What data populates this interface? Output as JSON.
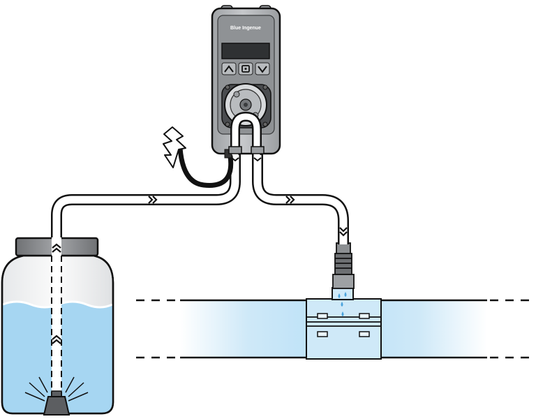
{
  "pump": {
    "brand": "Blue Ingenue",
    "display_text": "",
    "buttons": [
      "up",
      "menu",
      "down"
    ],
    "housing_color": "#b7b9bc",
    "panel_color": "#8f9295"
  },
  "container": {
    "liquid_color": "#a6d6f2",
    "cap_color": "#8a8c8f"
  },
  "pipe": {
    "flow_color": "#cfe9f8",
    "flow_direction": "left-to-right"
  },
  "colors": {
    "outline": "#1a1a1a",
    "tube": "#ffffff",
    "power_cable": "#111111",
    "droplet": "#4aa3dc"
  },
  "icons": [
    "lightning-bolt-icon",
    "up-arrow-icon",
    "menu-icon",
    "down-arrow-icon",
    "flow-chevron-icon",
    "droplet-icon"
  ]
}
